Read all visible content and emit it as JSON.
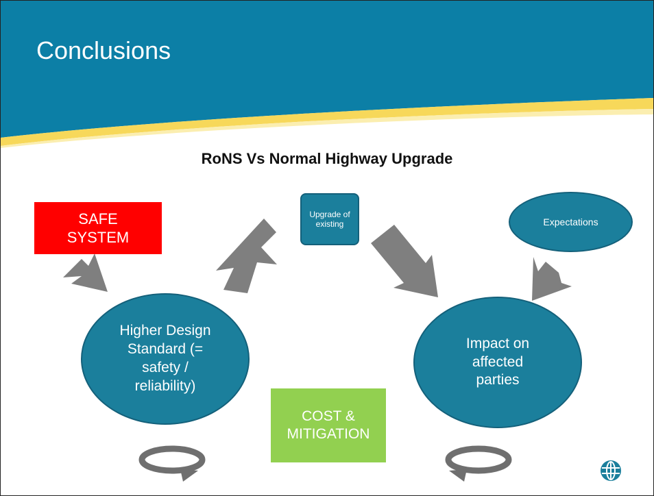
{
  "slide": {
    "title": "Conclusions",
    "subtitle": "RoNS Vs Normal Highway Upgrade"
  },
  "nodes": {
    "safe_system": "SAFE SYSTEM",
    "upgrade_existing": "Upgrade of existing",
    "expectations": "Expectations",
    "higher_design": "Higher Design Standard (= safety / reliability)",
    "impact": "Impact on affected parties",
    "cost_mitigation": "COST & MITIGATION"
  },
  "colors": {
    "header_blue": "#0c7fa6",
    "band_yellow": "#f7d85a",
    "node_teal": "#1b7f9c",
    "safe_red": "#ff0000",
    "cost_green": "#92d050",
    "arrow_gray": "#7f7f7f"
  },
  "icons": {
    "logo": "globe-logo-icon"
  }
}
